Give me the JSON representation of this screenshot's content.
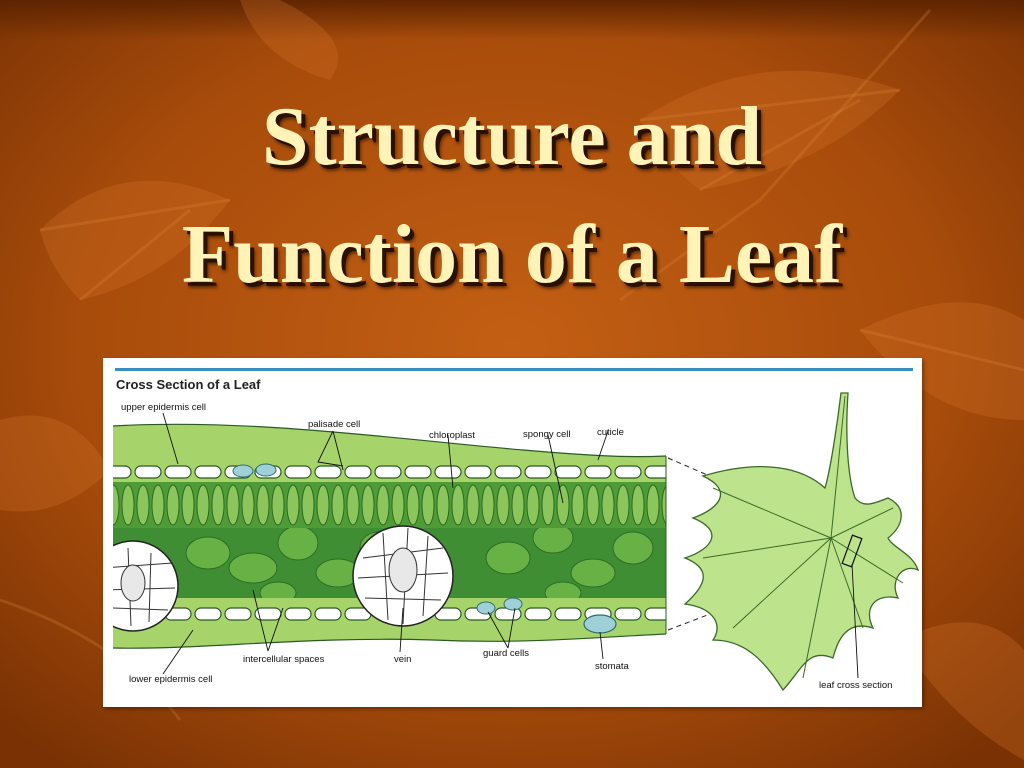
{
  "slide": {
    "title_line1": "Structure and",
    "title_line2": "Function of a Leaf",
    "colors": {
      "background_dark": "#7a3204",
      "background_light": "#c35f14",
      "title": "#fff3b8"
    }
  },
  "diagram": {
    "title": "Cross Section of a Leaf",
    "labels": {
      "upper_epidermis": "upper epidermis cell",
      "palisade": "palisade cell",
      "chloroplast": "chloroplast",
      "spongy": "spongy cell",
      "cuticle": "cuticle",
      "intercellular": "intercellular spaces",
      "vein": "vein",
      "guard": "guard cells",
      "stomata": "stomata",
      "lower_epidermis": "lower epidermis cell",
      "leaf_cross_section": "leaf cross section"
    },
    "colors": {
      "light_green": "#a6d46a",
      "mid_green": "#6fb440",
      "dark_green": "#2f7a2a",
      "accent_blue": "#3b8ec2"
    }
  }
}
